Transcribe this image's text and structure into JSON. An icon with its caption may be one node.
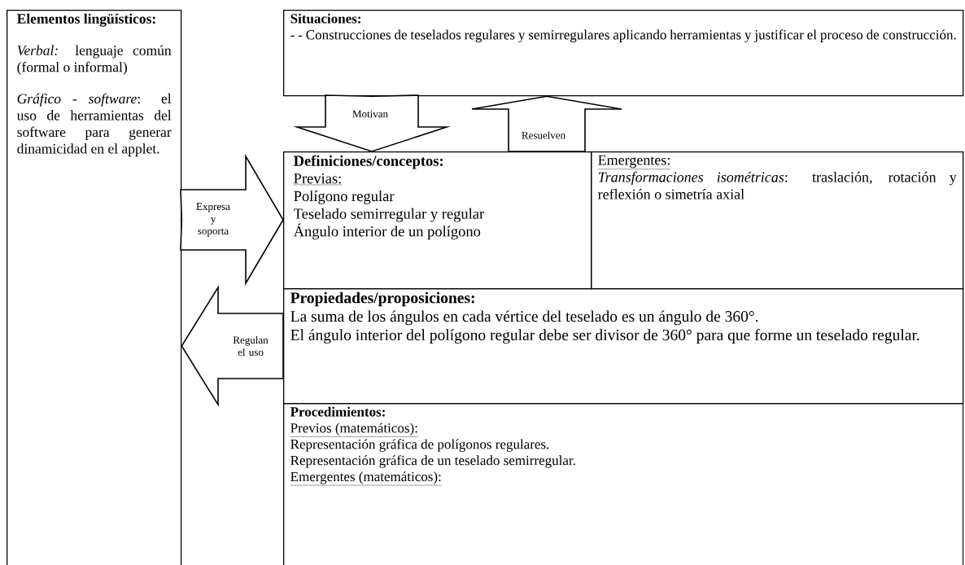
{
  "diagram": {
    "nodes": [
      {
        "text": [
          "Elementos lingüísticos:",
          "*Verbal:* lenguaje común (formal o informal)",
          "*Gráfico - software*: el uso de herramientas del software para generar dinamicidad en el applet."
        ]
      },
      {
        "text": [
          "Situaciones:",
          "- - Construcciones de teselados regulares y semirregulares aplicando herramientas y justificar el proceso de construcción."
        ]
      },
      {
        "text": [
          "Definiciones/conceptos:",
          "Previas:",
          "Polígono regular",
          "Teselado semirregular y regular",
          "Ángulo interior de un polígono"
        ]
      },
      {
        "text": [
          "Emergentes:",
          "*Transformaciones isométricas*: traslación, rotación y reflexión o simetría axial"
        ]
      },
      {
        "text": [
          "Propiedades/proposiciones:",
          "La suma de los ángulos en cada vértice del teselado es un ángulo de 360°.",
          "El ángulo interior del polígono regular debe ser divisor de 360° para que forme un teselado regular."
        ]
      },
      {
        "text": [
          "Procedimientos:",
          "Previos (matemáticos):",
          "Representación gráfica de polígonos regulares.",
          "Representación gráfica de un teselado semirregular.",
          "Emergentes (matemáticos):"
        ]
      }
    ],
    "edges": [
      {
        "from": 1,
        "to": 2,
        "arrow": "to",
        "label": "Motivan"
      },
      {
        "from": 2,
        "to": 1,
        "arrow": "to",
        "label": "Resuelven"
      },
      {
        "from": 0,
        "to": 2,
        "arrow": "to",
        "label": "Expresa y soporta"
      },
      {
        "from": 4,
        "to": 0,
        "arrow": "to",
        "label": "Regulan el uso"
      }
    ]
  }
}
